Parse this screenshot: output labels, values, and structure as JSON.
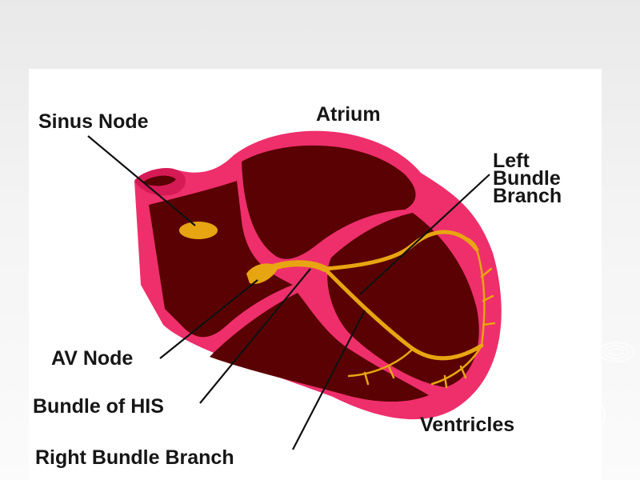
{
  "labels": {
    "sinus_node": "Sinus Node",
    "atrium": "Atrium",
    "left_bundle_branch": [
      "Left",
      "Bundle",
      "Branch"
    ],
    "av_node": "AV Node",
    "bundle_of_his": "Bundle of HIS",
    "ventricles": "Ventricles",
    "right_bundle_branch": "Right Bundle Branch"
  },
  "colors": {
    "heart_wall": "#ee2f6c",
    "chamber": "#5a0203",
    "conduction": "#e8a512",
    "leader_line": "#111111"
  }
}
